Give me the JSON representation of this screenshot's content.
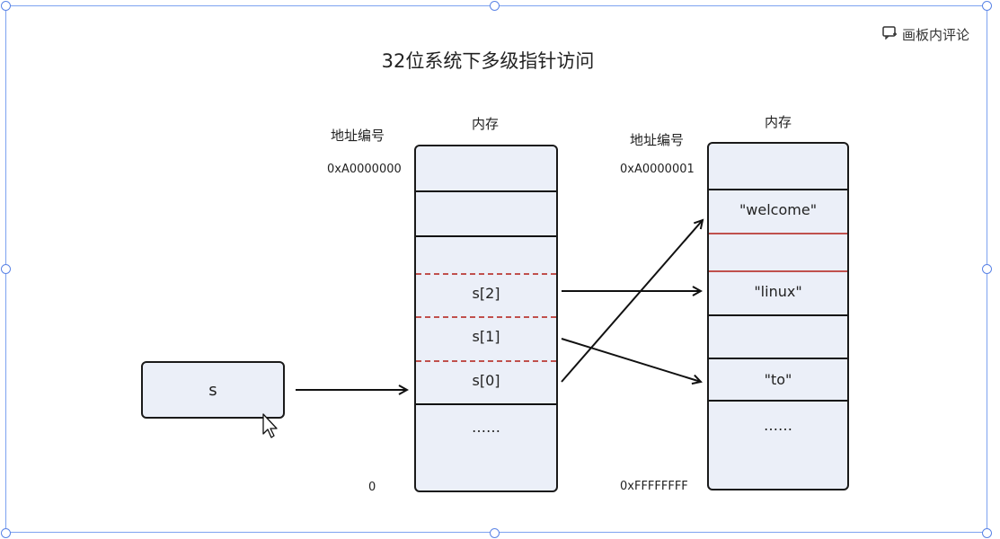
{
  "title": "32位系统下多级指针访问",
  "toolbar": {
    "comment_label": "画板内评论"
  },
  "left_memory": {
    "header": "内存",
    "addr_header": "地址编号",
    "addr_top": "0xA0000000",
    "addr_bottom": "0",
    "cells": {
      "s2": "s[2]",
      "s1": "s[1]",
      "s0": "s[0]",
      "ellipsis": "……"
    }
  },
  "right_memory": {
    "header": "内存",
    "addr_header": "地址编号",
    "addr_top": "0xA0000001",
    "addr_bottom": "0xFFFFFFFF",
    "cells": {
      "welcome": "\"welcome\"",
      "linux": "\"linux\"",
      "to": "\"to\"",
      "ellipsis": "……"
    }
  },
  "pointer": {
    "label": "s"
  },
  "colors": {
    "cell_fill": "#ebeff8",
    "divider_red": "#c0504d",
    "selection": "#7da2f0"
  },
  "icons": {
    "comment": "comment-board-icon",
    "cursor": "mouse-pointer-icon"
  }
}
